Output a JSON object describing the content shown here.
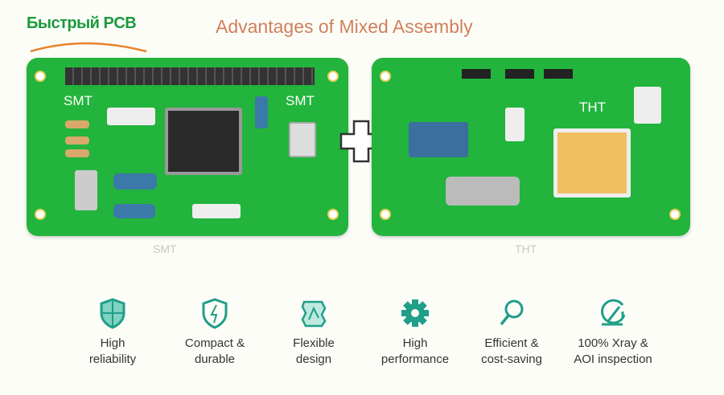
{
  "logo": {
    "text": "Быстрый PCB"
  },
  "title": "Advantages of Mixed Assembly",
  "boards": {
    "left_label_1": "SMT",
    "left_label_2": "SMT",
    "right_label": "THT",
    "left_caption": "SMT",
    "right_caption": "THT"
  },
  "colors": {
    "board": "#22b43c",
    "accent": "#1f9e88",
    "title": "#d0805a",
    "logo": "#1a9a3c"
  },
  "features": [
    {
      "icon": "shield-icon",
      "line1": "High",
      "line2": "reliability"
    },
    {
      "icon": "shield-bolt-icon",
      "line1": "Compact &",
      "line2": "durable"
    },
    {
      "icon": "flexible-design-icon",
      "line1": "Flexible",
      "line2": "design"
    },
    {
      "icon": "gear-icon",
      "line1": "High",
      "line2": "performance"
    },
    {
      "icon": "magnifier-icon",
      "line1": "Efficient &",
      "line2": "cost-saving"
    },
    {
      "icon": "inspection-icon",
      "line1": "100% Xray &",
      "line2": "AOI inspection"
    }
  ]
}
